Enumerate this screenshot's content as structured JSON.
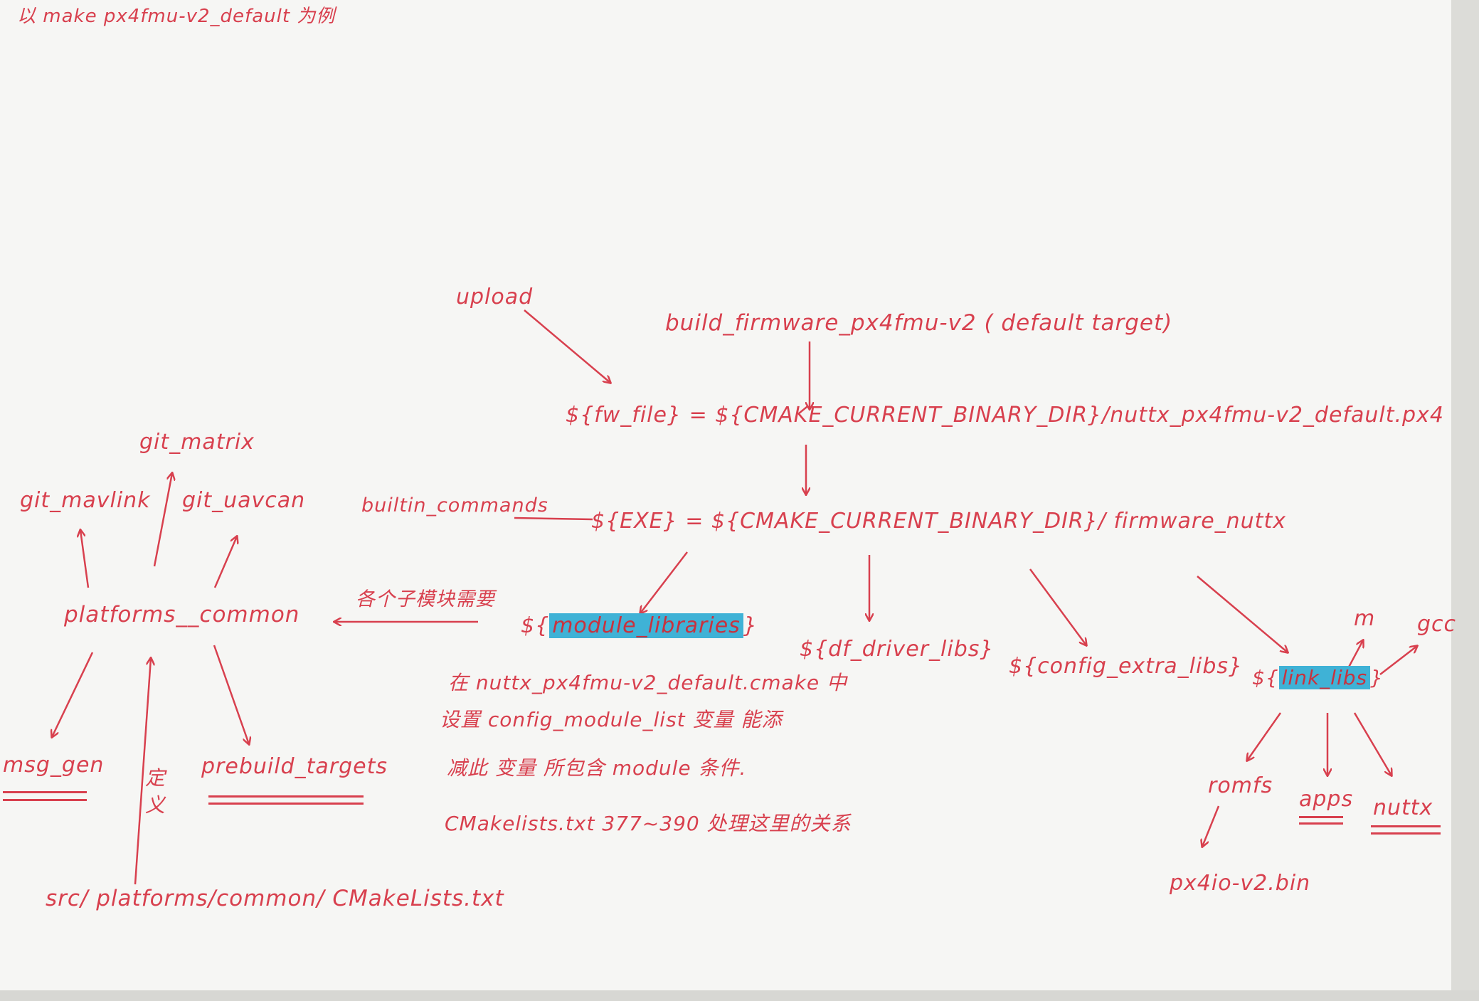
{
  "header": {
    "note": "以 make px4fmu-v2_default 为例"
  },
  "nodes": {
    "upload": "upload",
    "build_firmware": "build_firmware_px4fmu-v2 ( default target)",
    "fw_file": "${fw_file} = ${CMAKE_CURRENT_BINARY_DIR}/nuttx_px4fmu-v2_default.px4",
    "builtin_commands": "builtin_commands",
    "exe": "${EXE} = ${CMAKE_CURRENT_BINARY_DIR}/ firmware_nuttx",
    "module_libraries_prefix": "${",
    "module_libraries_label": "module_libraries",
    "module_libraries_suffix": "}",
    "df_driver_libs": "${df_driver_libs}",
    "config_extra_libs": "${config_extra_libs}",
    "link_libs_prefix": "${",
    "link_libs_label": "link_libs",
    "link_libs_suffix": "}",
    "m": "m",
    "gcc": "gcc",
    "romfs": "romfs",
    "apps": "apps",
    "nuttx": "nuttx",
    "px4io": "px4io-v2.bin",
    "platforms_common": "platforms__common",
    "git_matrix": "git_matrix",
    "git_mavlink": "git_mavlink",
    "git_uavcan": "git_uavcan",
    "msg_gen": "msg_gen",
    "prebuild_targets": "prebuild_targets",
    "define_label": "定义",
    "src_path": "src/ platforms/common/ CMakeLists.txt",
    "submodule_note": "各个子模块需要"
  },
  "notes": {
    "line1": "在 nuttx_px4fmu-v2_default.cmake 中",
    "line2": "设置 config_module_list 变量 能添",
    "line3": "减此 变量 所包含 module 条件.",
    "line4": "CMakelists.txt    377~390 处理这里的关系"
  }
}
